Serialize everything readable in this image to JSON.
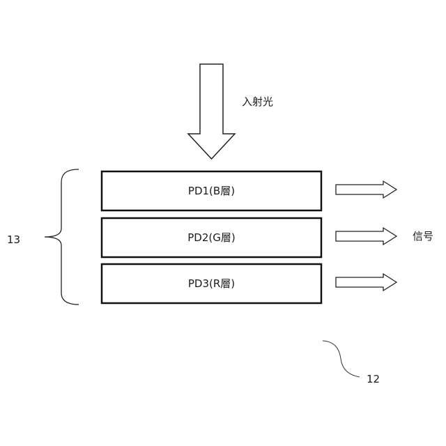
{
  "incident_light_label": "入射光",
  "signal_label": "信号",
  "stack_ref": "13",
  "sensor_ref": "12",
  "layers": [
    {
      "label": "PD1(B層)"
    },
    {
      "label": "PD2(G層)"
    },
    {
      "label": "PD3(R層)"
    }
  ]
}
